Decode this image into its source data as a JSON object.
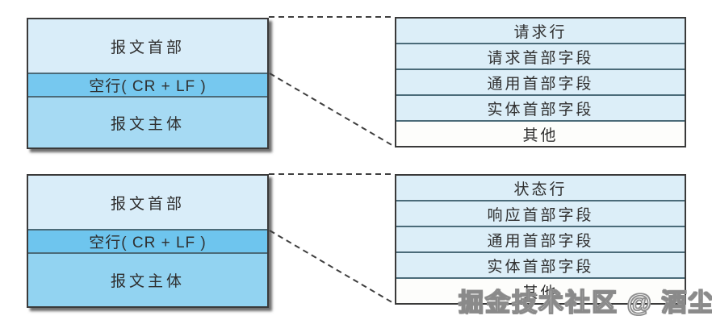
{
  "diagrams": [
    {
      "name": "request-message",
      "message_block": {
        "header": "报文首部",
        "blank_line": "空行( CR + LF )",
        "body": "报文主体"
      },
      "detail_rows": [
        "请求行",
        "请求首部字段",
        "通用首部字段",
        "实体首部字段",
        "其他"
      ]
    },
    {
      "name": "response-message",
      "message_block": {
        "header": "报文首部",
        "blank_line": "空行( CR + LF )",
        "body": "报文主体"
      },
      "detail_rows": [
        "状态行",
        "响应首部字段",
        "通用首部字段",
        "实体首部字段",
        "其他"
      ]
    }
  ],
  "watermark": "掘金技术社区 @ 酒尘",
  "colors": {
    "header_band": "#d9edf9",
    "blank_band_top": "#76c8ef",
    "body_band_top": "#a6daf3",
    "blank_band_bottom": "#6ec5ee",
    "body_band_bottom": "#92d3f1",
    "detail_row": "#dceef8",
    "detail_row_last": "#fdfdfb",
    "border": "#3a3a3a",
    "divider": "#4b6b79",
    "dash": "#3f3f3f",
    "text": "#2f2f2f",
    "watermark_stroke": "#8a8a8a"
  }
}
